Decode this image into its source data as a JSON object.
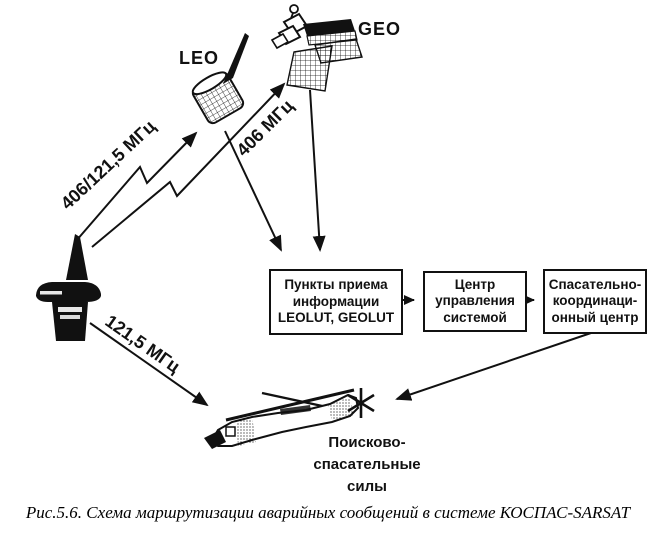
{
  "colors": {
    "ink": "#111111",
    "paper": "#ffffff"
  },
  "nodes": {
    "leo": {
      "label": "LEO"
    },
    "geo": {
      "label": "GEO"
    },
    "lut_box": {
      "text": "Пункты приема\nинформации\nLEOLUT, GEOLUT"
    },
    "control_box": {
      "text": "Центр\nуправления\nсистемой"
    },
    "rescue_box": {
      "text": "Спасательно-\nкоординаци-\nонный центр"
    },
    "sar_forces": {
      "text": "Поисково-\nспасательные\nсилы"
    }
  },
  "links": {
    "beacon_to_leo": {
      "label": "406/121,5 МГц"
    },
    "beacon_to_geo": {
      "label": "406 МГц"
    },
    "beacon_to_sar": {
      "label": "121,5 МГц"
    }
  },
  "icons": {
    "beacon": "emergency-beacon-icon",
    "leo": "leo-satellite-icon",
    "geo": "geo-satellite-icon",
    "helicopter": "rescue-helicopter-icon"
  },
  "caption": "Рис.5.6. Схема маршрутизации аварийных сообщений в системе КОСПАС-SARSAT"
}
